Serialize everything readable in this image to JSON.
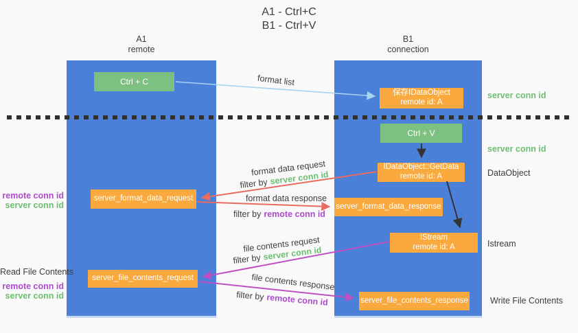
{
  "title": {
    "line1": "A1 - Ctrl+C",
    "line2": "B1 - Ctrl+V"
  },
  "lanes": {
    "a1": {
      "name": "A1",
      "subtitle": "remote"
    },
    "b1": {
      "name": "B1",
      "subtitle": "connection"
    }
  },
  "nodes": {
    "ctrl_c": {
      "label": "Ctrl + C"
    },
    "save_dataobject": {
      "line1": "保存IDataObject",
      "line2": "remote id: A"
    },
    "ctrl_v": {
      "label": "Ctrl + V"
    },
    "getdata": {
      "line1": "IDataObject::GetData",
      "line2": "remote id: A"
    },
    "format_request": {
      "label": "server_format_data_request"
    },
    "format_response": {
      "label": "server_format_data_response"
    },
    "istream": {
      "line1": "IStream",
      "line2": "remote id: A"
    },
    "file_request": {
      "label": "server_file_contents_request"
    },
    "file_response": {
      "label": "server_file_contents_response"
    }
  },
  "flow_labels": {
    "format_list": "format list",
    "format_data_request": "format data request",
    "format_data_response": "format data response",
    "file_contents_request": "file contents request",
    "file_contents_response": "file contents response",
    "filter_by": "filter by",
    "server_conn_id": "server conn id",
    "remote_conn_id": "remote conn id"
  },
  "side_labels": {
    "right_server_conn_id_top": "server conn id",
    "right_server_conn_id_mid": "server conn id",
    "data_object": "DataObject",
    "istream": "Istream",
    "write_file_contents": "Write File Contents",
    "left_remote_conn_id_top": "remote conn id",
    "left_server_conn_id_top": "server conn id",
    "read_file_contents": "Read File Contents",
    "left_remote_conn_id_bottom": "remote conn id",
    "left_server_conn_id_bottom": "server conn id"
  },
  "colors": {
    "lane_blue": "#4a80d8",
    "node_green": "#7cc180",
    "node_orange": "#f9a93e",
    "arrow_light_blue": "#a6d3f0",
    "arrow_red": "#e96a5f",
    "arrow_magenta": "#bf50c2",
    "arrow_black": "#333333",
    "text_green": "#6cbf70",
    "text_purple": "#ad4bcd",
    "text_dark": "#3d3d3d",
    "background": "#f9f9f9"
  }
}
